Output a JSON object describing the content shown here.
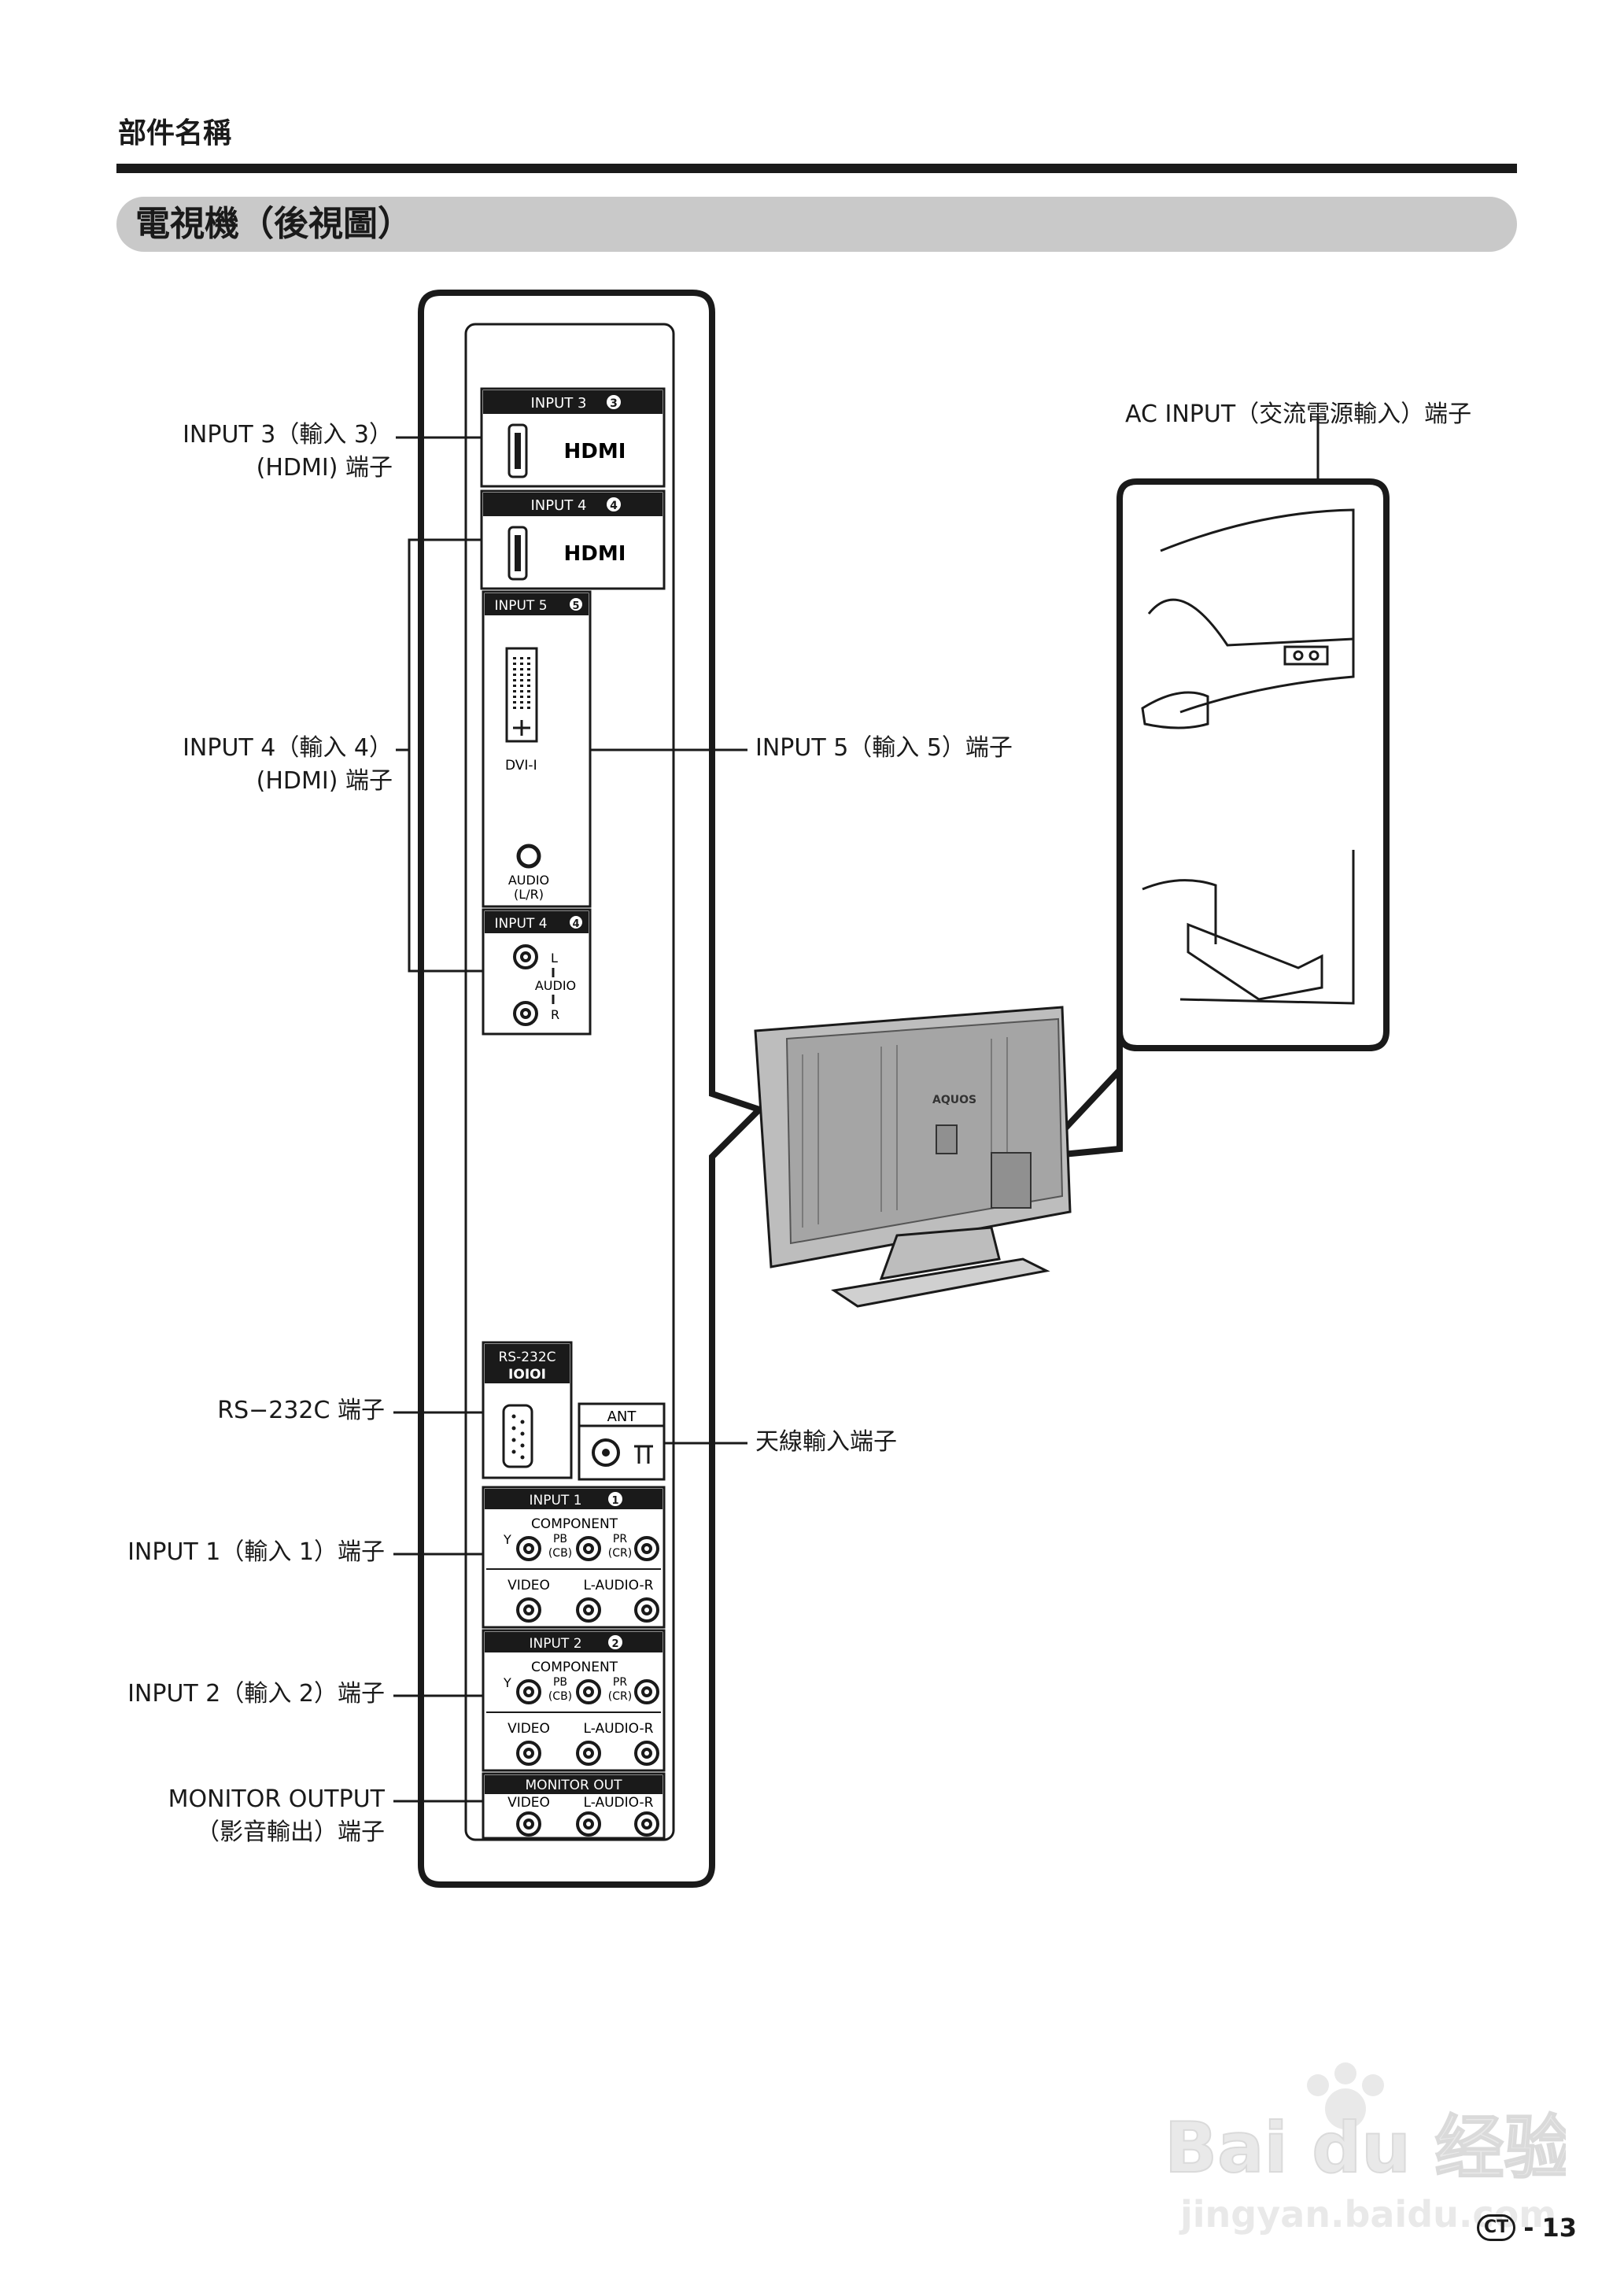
{
  "header": {
    "section": "部件名稱",
    "title": "電視機（後視圖）"
  },
  "panel": {
    "input3_header": "INPUT 3",
    "input3_num": "3",
    "input4_header": "INPUT 4",
    "input4_num": "4",
    "hdmi_logo": "HDMI",
    "input5_header": "INPUT 5",
    "input5_num": "5",
    "dvi_label": "DVI-I",
    "audio_label": "AUDIO",
    "audio_lr": "(L/R)",
    "input4b_header": "INPUT 4",
    "input4b_num": "4",
    "audio_l": "L",
    "audio_mid": "AUDIO",
    "audio_r": "R",
    "rs232_header": "RS-232C",
    "rs232_icon": "IOIOI",
    "ant_header": "ANT",
    "input1_header": "INPUT 1",
    "input1_num": "1",
    "input2_header": "INPUT 2",
    "input2_num": "2",
    "component": "COMPONENT",
    "y": "Y",
    "pb": "PB",
    "cb": "(CB)",
    "pr": "PR",
    "cr": "(CR)",
    "video": "VIDEO",
    "laudior": "L-AUDIO-R",
    "monitor_header": "MONITOR OUT"
  },
  "callouts": {
    "input3_l1": "INPUT 3（輸入 3）",
    "input3_l2": "(HDMI) 端子",
    "input4_l1": "INPUT 4（輸入 4）",
    "input4_l2": "(HDMI) 端子",
    "input5": "INPUT 5（輸入 5）端子",
    "ac_input": "AC INPUT（交流電源輸入）端子",
    "rs232": "RS−232C 端子",
    "antenna": "天線輸入端子",
    "input1": "INPUT 1（輸入 1）端子",
    "input2": "INPUT 2（輸入 2）端子",
    "monitor_l1": "MONITOR OUTPUT",
    "monitor_l2": "（影音輸出）端子"
  },
  "tv_brand": "AQUOS",
  "footer": {
    "lang": "CT",
    "sep": "-",
    "page": "13"
  },
  "watermark": {
    "brand": "Bai du 经验",
    "url": "jingyan.baidu.com"
  }
}
